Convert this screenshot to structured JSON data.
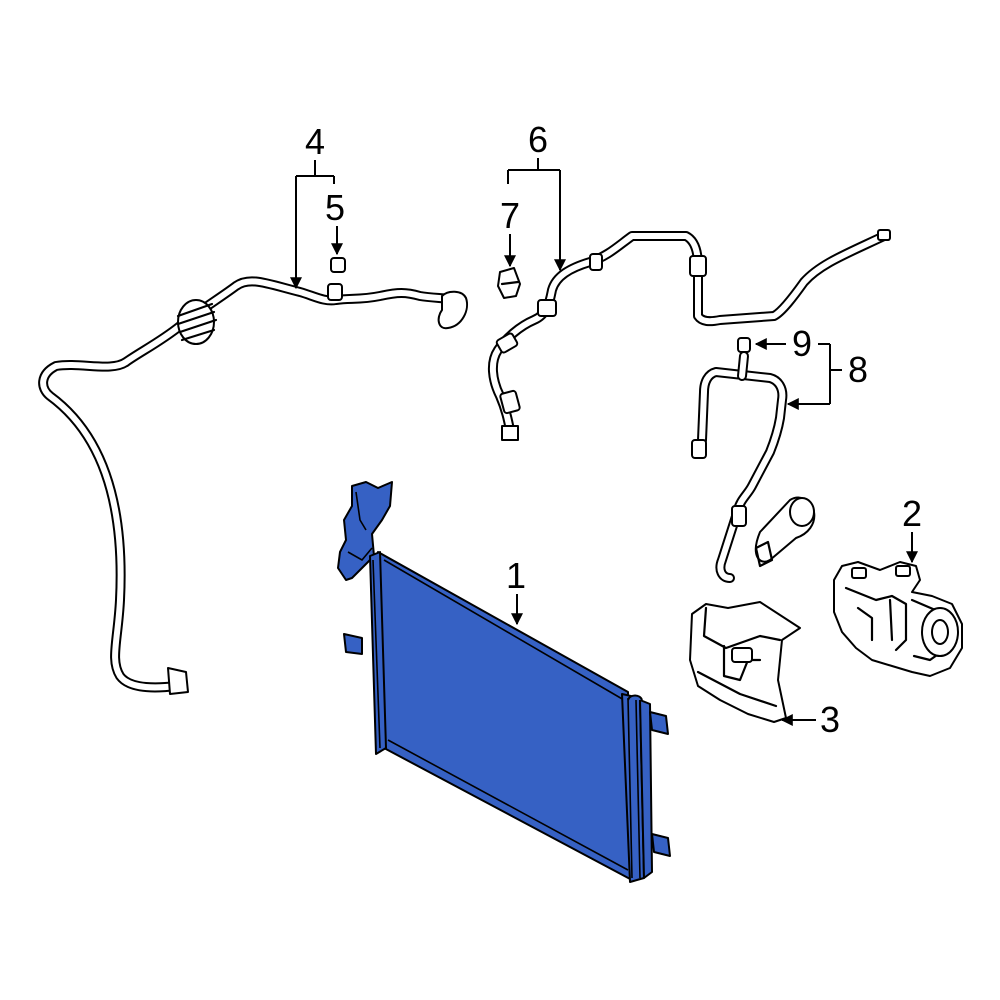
{
  "diagram": {
    "highlight_color": "#3661c4",
    "callouts": {
      "c1": "1",
      "c2": "2",
      "c3": "3",
      "c4": "4",
      "c5": "5",
      "c6": "6",
      "c7": "7",
      "c8": "8",
      "c9": "9"
    }
  }
}
